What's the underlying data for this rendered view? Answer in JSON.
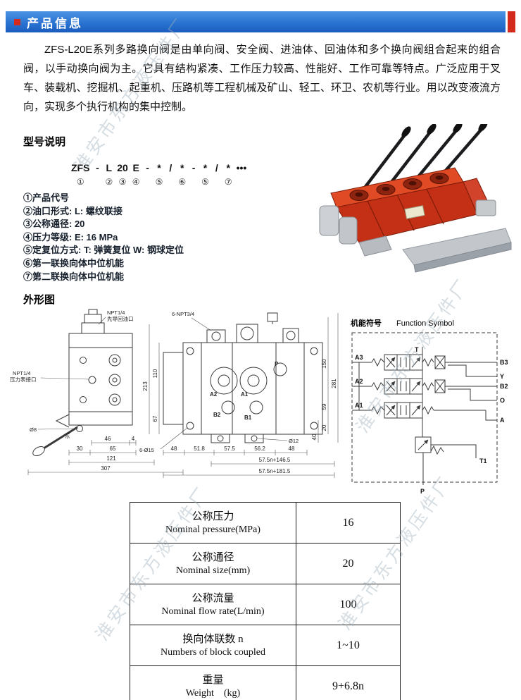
{
  "header": {
    "title": "产品信息",
    "bar_color": "#2a74d2",
    "accent_color": "#d42a1e"
  },
  "watermark": {
    "text": "淮安市东方液压件厂"
  },
  "intro": {
    "text": "ZFS-L20E系列多路换向阀是由单向阀、安全阀、进油体、回油体和多个换向阀组合起来的组合阀，以手动换向阀为主。它具有结构紧凑、工作压力较高、性能好、工作可靠等特点。广泛应用于叉车、装载机、挖掘机、起重机、压路机等工程机械及矿山、轻工、环卫、农机等行业。用以改变液流方向，实现多个执行机构的集中控制。"
  },
  "model": {
    "heading": "型号说明",
    "code": [
      {
        "t": "ZFS",
        "n": "①"
      },
      {
        "t": "-"
      },
      {
        "t": "L",
        "n": "②"
      },
      {
        "t": "20",
        "n": "③"
      },
      {
        "t": "E",
        "n": "④"
      },
      {
        "t": "-"
      },
      {
        "t": "*",
        "n": "⑤"
      },
      {
        "t": "/"
      },
      {
        "t": "*",
        "n": "⑥"
      },
      {
        "t": "-"
      },
      {
        "t": "*",
        "n": "⑤"
      },
      {
        "t": "/"
      },
      {
        "t": "*",
        "n": "⑦"
      },
      {
        "t": "•••"
      }
    ],
    "items": [
      "①产品代号",
      "②油口形式: L: 螺纹联接",
      "③公称通径: 20",
      "④压力等级: E: 16 MPa",
      "⑤定复位方式: T: 弹簧复位  W: 钢球定位",
      "⑥第一联换向体中位机能",
      "⑦第二联换向体中位机能"
    ]
  },
  "outline": {
    "heading": "外形图",
    "labels": {
      "pilot1": "NPT1/4",
      "pilot2": "先导回油口",
      "topports": "6-NPT3/4",
      "gauge1": "NPT1/4",
      "gauge2": "压力表接口",
      "phi8": "Ø8",
      "east": "东",
      "phi15": "6-Ø15",
      "phi12": "Ø12",
      "d46": "46",
      "d4": "4",
      "d30": "30",
      "d65": "65",
      "d121": "121",
      "d307": "307",
      "d110": "110",
      "d213": "213",
      "d67": "67",
      "d150": "150",
      "d281": "281",
      "d59": "59",
      "d20": "20",
      "d40": "40",
      "d48a": "48",
      "d51_8": "51.8",
      "d57_5": "57.5",
      "d56_2": "56.2",
      "d48b": "48",
      "dn146": "57.5n+146.5",
      "dn181": "57.5n+181.5",
      "pA2": "A2",
      "pB2": "B2",
      "pA1": "A1",
      "pB1": "B1",
      "pP": "P"
    }
  },
  "function_symbol": {
    "title_cn": "机能符号",
    "title_en": "Function Symbol",
    "ports": {
      "T": "T",
      "A3": "A3",
      "B3": "B3",
      "Y": "Y",
      "A2": "A2",
      "B2": "B2",
      "O": "O",
      "A1": "A1",
      "A": "A",
      "T1": "T1",
      "P": "P"
    }
  },
  "spec_table": {
    "rows": [
      {
        "cn": "公称压力",
        "en": "Nominal pressure(MPa)",
        "value": "16"
      },
      {
        "cn": "公称通径",
        "en": "Nominal size(mm)",
        "value": "20"
      },
      {
        "cn": "公称流量",
        "en": "Nominal flow rate(L/min)",
        "value": "100"
      },
      {
        "cn": "换向体联数 n",
        "en": "Numbers of  block coupled",
        "value": "1~10"
      },
      {
        "cn": "重量",
        "en": "Weight　(kg)",
        "value": "9+6.8n"
      }
    ]
  }
}
